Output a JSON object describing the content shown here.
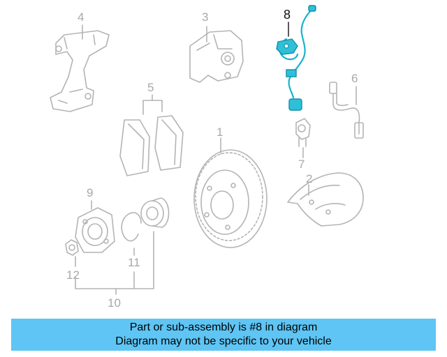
{
  "callouts": {
    "c1": "1",
    "c2": "2",
    "c3": "3",
    "c4": "4",
    "c5": "5",
    "c6": "6",
    "c7": "7",
    "c8": "8",
    "c9": "9",
    "c10": "10",
    "c11": "11",
    "c12": "12"
  },
  "highlighted_part": "8",
  "colors": {
    "banner": "#5ec5f4",
    "highlight": "#17b3cf",
    "line_grey": "#b4b4b4"
  },
  "banner": {
    "line1": "Part or sub-assembly is #8 in diagram",
    "line2": "Diagram may not be specific to your vehicle"
  }
}
